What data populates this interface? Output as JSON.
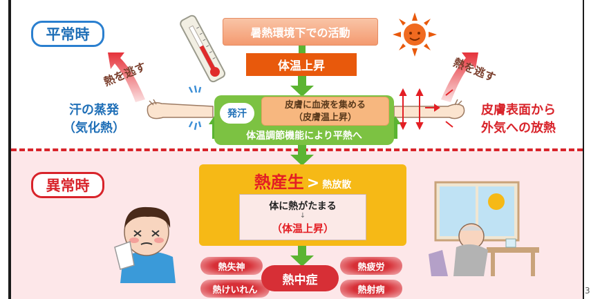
{
  "normal": {
    "label": "平常時",
    "activity": "暑熱環境下での活動",
    "body_temp_rise": "体温上昇",
    "sweat": "発汗",
    "skin_blood_line1": "皮膚に血液を集める",
    "skin_blood_line2": "（皮膚温上昇）",
    "regulation": "体温調節機能により平熱へ",
    "left_caption_line1": "汗の蒸発",
    "left_caption_line2": "（気化熱）",
    "right_caption_line1": "皮膚表面から",
    "right_caption_line2": "外気への放熱",
    "escape_left": "熱を逃す",
    "escape_right": "熱を逃す"
  },
  "abnormal": {
    "label": "異常時",
    "heat_production": "熱産生",
    "greater_than": ">",
    "heat_dissipation": "熱放散",
    "accumulate": "体に熱がたまる",
    "small_arrow": "↓",
    "temp_rise": "（体温上昇）",
    "heatstroke": "熱中症",
    "faint": "熱失神",
    "cramps": "熱けいれん",
    "exhaustion": "熱疲労",
    "stroke": "熱射病"
  },
  "page_number": "3",
  "colors": {
    "blue": "#1f6fb7",
    "red": "#d8232a",
    "green": "#7cc242",
    "orange": "#e8590c",
    "yellow": "#f6b916",
    "pink_bg": "#fde7e9"
  }
}
